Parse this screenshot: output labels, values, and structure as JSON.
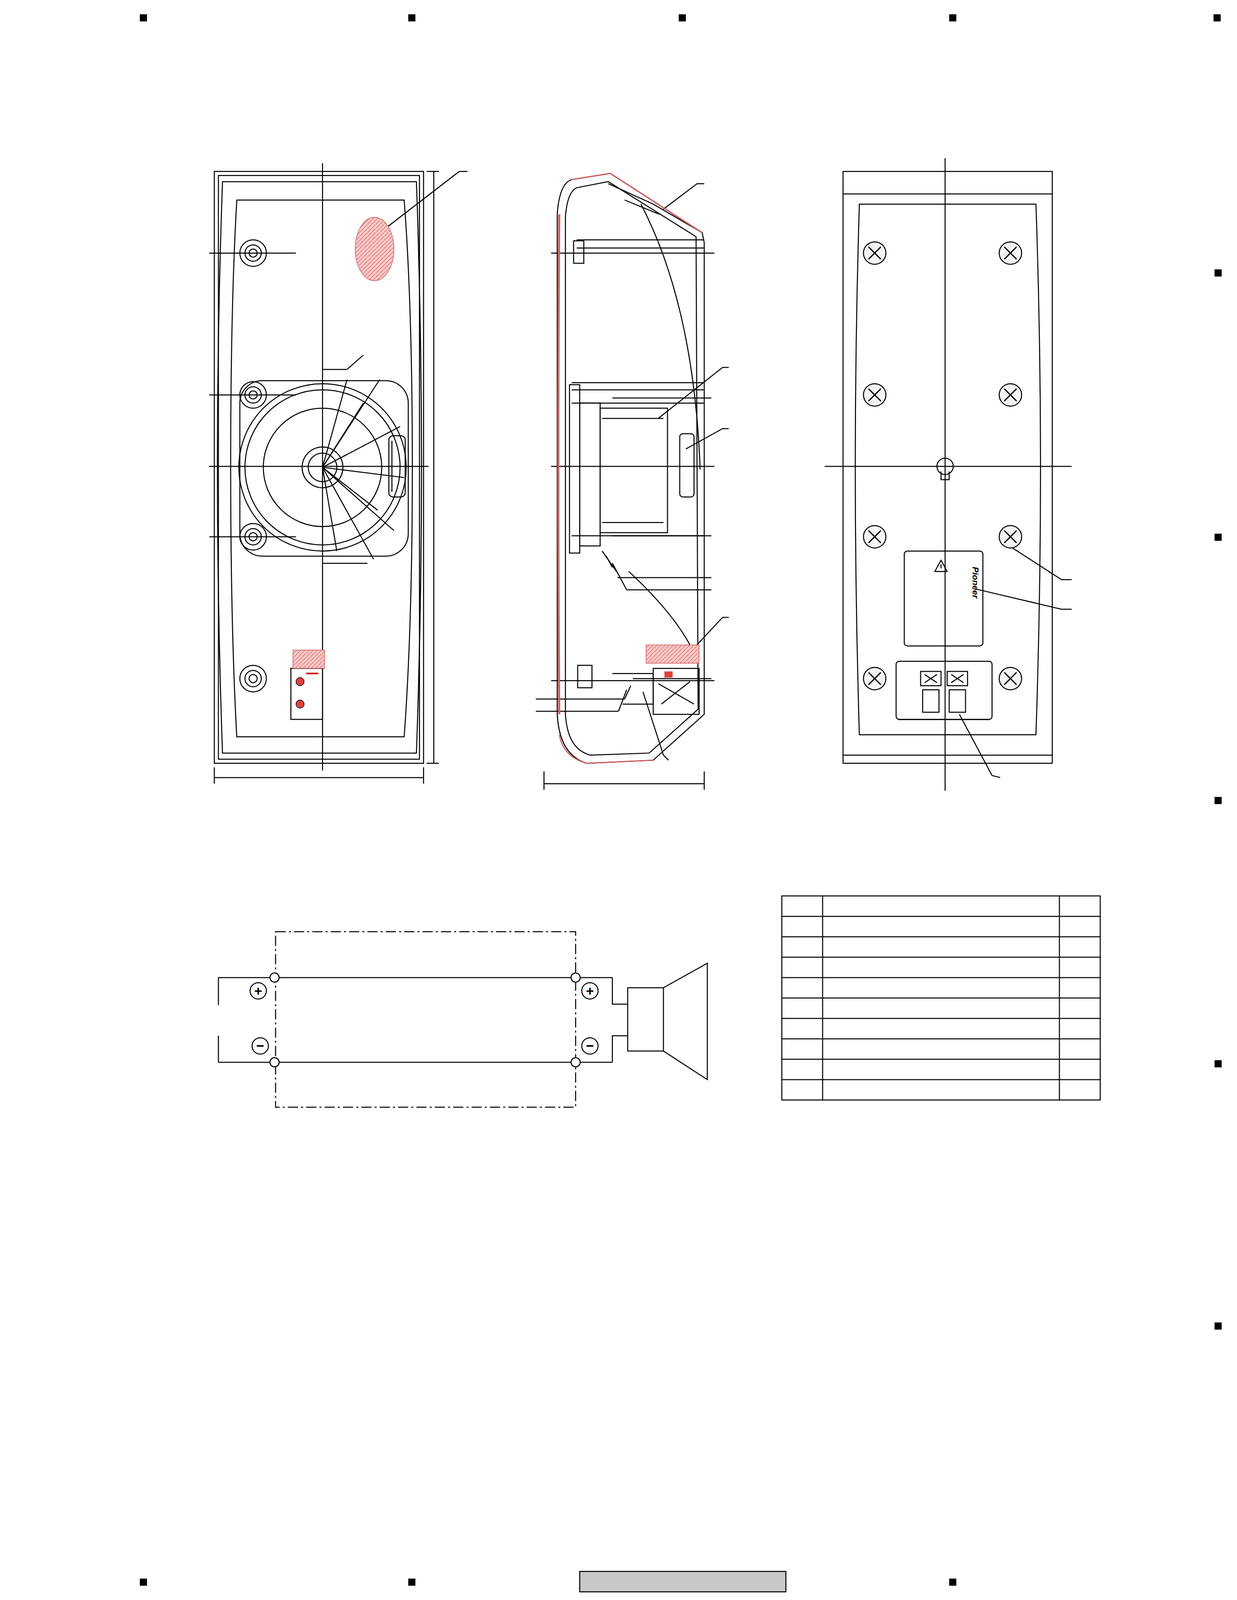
{
  "diagram": {
    "labels": [
      "Pioneer",
      "+",
      "−",
      "+",
      "−"
    ]
  }
}
